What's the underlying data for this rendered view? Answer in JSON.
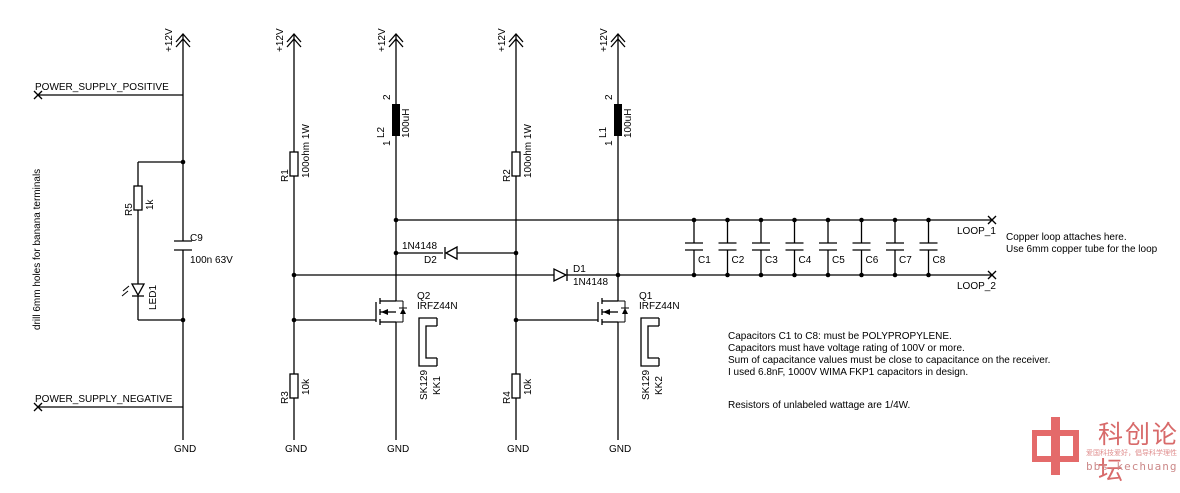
{
  "supply": {
    "vcc": "+12V",
    "gnd": "GND"
  },
  "nets": {
    "psu_pos": "POWER_SUPPLY_POSITIVE",
    "psu_neg": "POWER_SUPPLY_NEGATIVE",
    "loop1": "LOOP_1",
    "loop2": "LOOP_2"
  },
  "side_note": "drill 6mm holes for banana terminals",
  "components": {
    "c9": {
      "ref": "C9",
      "value": "100n 63V"
    },
    "r5": {
      "ref": "R5",
      "value": "1k"
    },
    "led1": {
      "ref": "LED1"
    },
    "r1": {
      "ref": "R1",
      "value": "100ohm 1W"
    },
    "r3": {
      "ref": "R3",
      "value": "10k"
    },
    "l2": {
      "ref": "L2",
      "value": "100uH",
      "pin1": "1",
      "pin2": "2"
    },
    "q2": {
      "ref": "Q2",
      "value": "IRFZ44N"
    },
    "kk1": {
      "ref": "KK1",
      "value": "SK129"
    },
    "d2": {
      "ref": "D2",
      "value": "1N4148"
    },
    "r2": {
      "ref": "R2",
      "value": "100ohm 1W"
    },
    "r4": {
      "ref": "R4",
      "value": "10k"
    },
    "l1": {
      "ref": "L1",
      "value": "100uH",
      "pin1": "1",
      "pin2": "2"
    },
    "q1": {
      "ref": "Q1",
      "value": "IRFZ44N"
    },
    "kk2": {
      "ref": "KK2",
      "value": "SK129"
    },
    "d1": {
      "ref": "D1",
      "value": "1N4148"
    }
  },
  "caps": [
    "C1",
    "C2",
    "C3",
    "C4",
    "C5",
    "C6",
    "C7",
    "C8"
  ],
  "loop_note": [
    "Copper loop attaches here.",
    "Use 6mm copper tube for the loop"
  ],
  "notes": [
    "Capacitors C1 to C8: must be POLYPROPYLENE.",
    "Capacitors must have voltage rating of 100V or more.",
    "Sum of capacitance values must be close to capacitance on the receiver.",
    "I used 6.8nF, 1000V WIMA FKP1 capacitors in design."
  ],
  "resistor_note": "Resistors of unlabeled wattage are 1/4W.",
  "watermark": {
    "name": "科创论坛",
    "tagline": "爱国科技爱好，倡导科学理性",
    "url": "bbs.kechuang.org"
  }
}
